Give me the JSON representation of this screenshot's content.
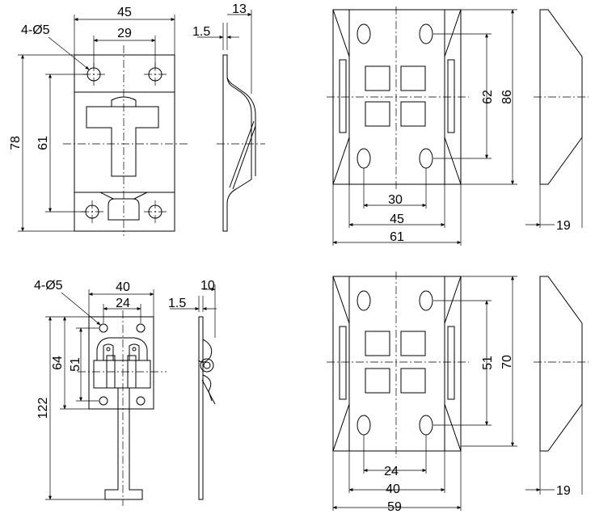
{
  "views": {
    "top_left": {
      "holes": "4-Ø5",
      "width": "45",
      "hole_spacing_h": "29",
      "height": "78",
      "hole_spacing_v": "61",
      "side_depth": "13",
      "side_thickness": "1.5"
    },
    "top_right": {
      "height": "86",
      "hole_spacing_v": "62",
      "hole_spacing_h": "30",
      "inner_width": "45",
      "outer_width": "61",
      "side_depth": "19"
    },
    "bottom_left": {
      "holes": "4-Ø5",
      "width": "40",
      "hole_spacing_h": "24",
      "total_length": "122",
      "plate_height": "64",
      "hole_spacing_v": "51",
      "side_depth": "10",
      "side_thickness": "1.5"
    },
    "bottom_right": {
      "height": "70",
      "hole_spacing_v": "51",
      "hole_spacing_h": "24",
      "inner_width": "40",
      "outer_width": "59",
      "side_depth": "19"
    }
  }
}
